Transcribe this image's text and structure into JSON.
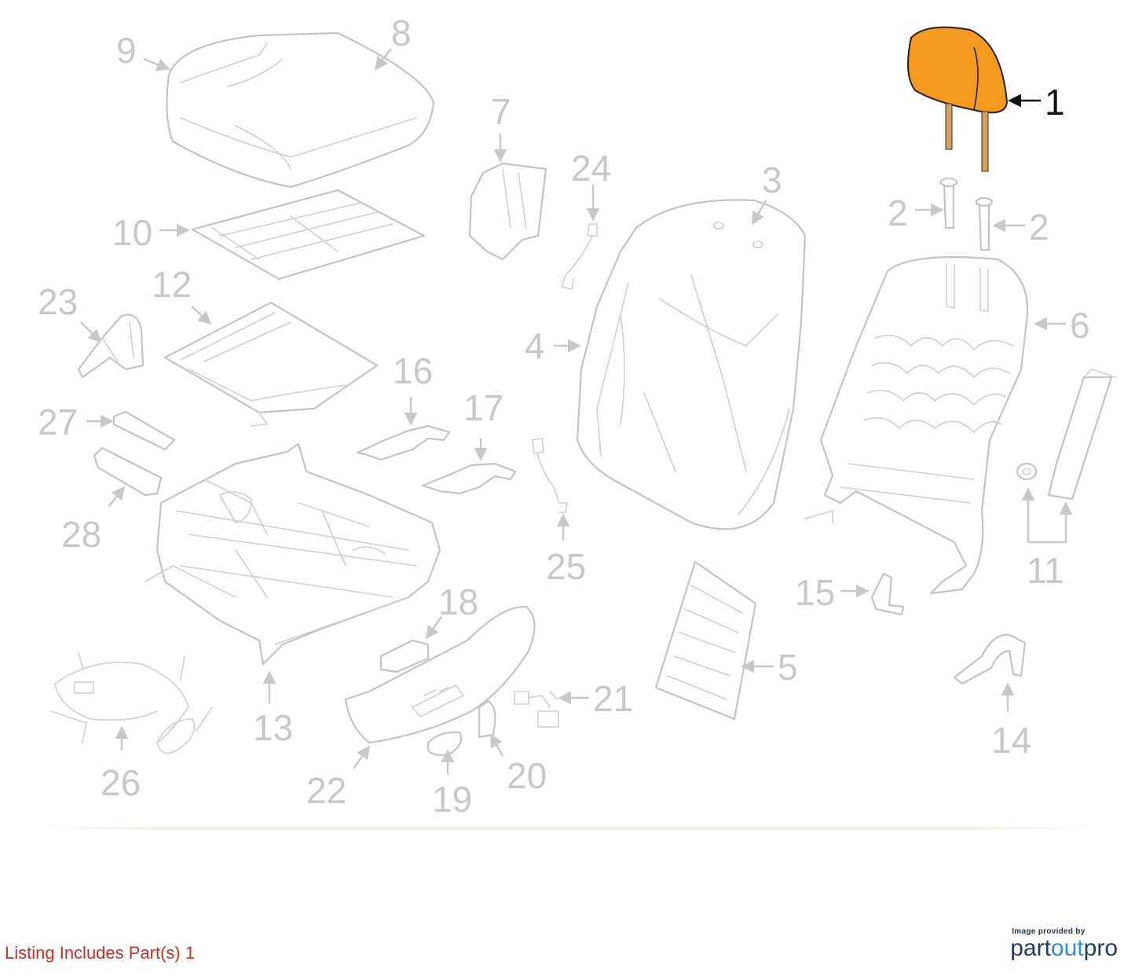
{
  "diagram": {
    "highlight_color": "#f49a1f",
    "line_color": "#c4c4c4",
    "callouts": [
      {
        "id": "1",
        "label": "1",
        "highlighted": true
      },
      {
        "id": "2a",
        "label": "2"
      },
      {
        "id": "2b",
        "label": "2"
      },
      {
        "id": "3",
        "label": "3"
      },
      {
        "id": "4",
        "label": "4"
      },
      {
        "id": "5",
        "label": "5"
      },
      {
        "id": "6",
        "label": "6"
      },
      {
        "id": "7",
        "label": "7"
      },
      {
        "id": "8",
        "label": "8"
      },
      {
        "id": "9",
        "label": "9"
      },
      {
        "id": "10",
        "label": "10"
      },
      {
        "id": "11",
        "label": "11"
      },
      {
        "id": "12",
        "label": "12"
      },
      {
        "id": "13",
        "label": "13"
      },
      {
        "id": "14",
        "label": "14"
      },
      {
        "id": "15",
        "label": "15"
      },
      {
        "id": "16",
        "label": "16"
      },
      {
        "id": "17",
        "label": "17"
      },
      {
        "id": "18",
        "label": "18"
      },
      {
        "id": "19",
        "label": "19"
      },
      {
        "id": "20",
        "label": "20"
      },
      {
        "id": "21",
        "label": "21"
      },
      {
        "id": "22",
        "label": "22"
      },
      {
        "id": "23",
        "label": "23"
      },
      {
        "id": "24",
        "label": "24"
      },
      {
        "id": "25",
        "label": "25"
      },
      {
        "id": "26",
        "label": "26"
      },
      {
        "id": "27",
        "label": "27"
      },
      {
        "id": "28",
        "label": "28"
      }
    ]
  },
  "footer": {
    "listing_text": "Listing Includes Part(s) 1",
    "listing_color": "#d42a1e",
    "brand_prefix": "Image provided by",
    "brand_part1": "part",
    "brand_part2": "out",
    "brand_part3": "pro"
  }
}
